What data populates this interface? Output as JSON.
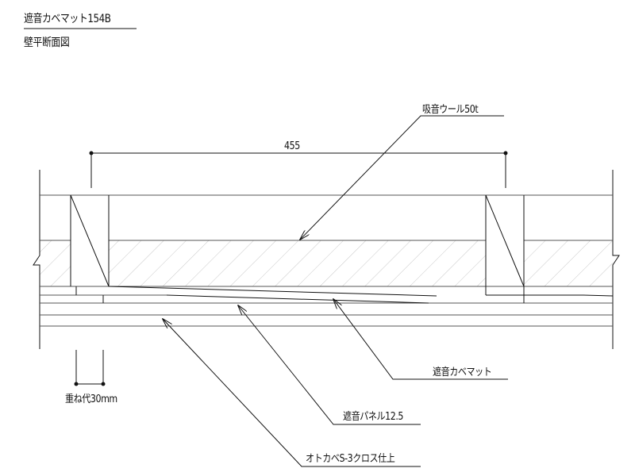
{
  "title": {
    "name": "遮音カベマット154B",
    "subtitle": "壁平断面図"
  },
  "dimensions": {
    "stud_spacing": "455",
    "overlap": "重ね代30mm"
  },
  "labels": {
    "insulation": "吸音ウール50t",
    "mat": "遮音カベマット",
    "panel": "遮音パネル12.5",
    "finish": "オトカベS-3クロス仕上"
  }
}
